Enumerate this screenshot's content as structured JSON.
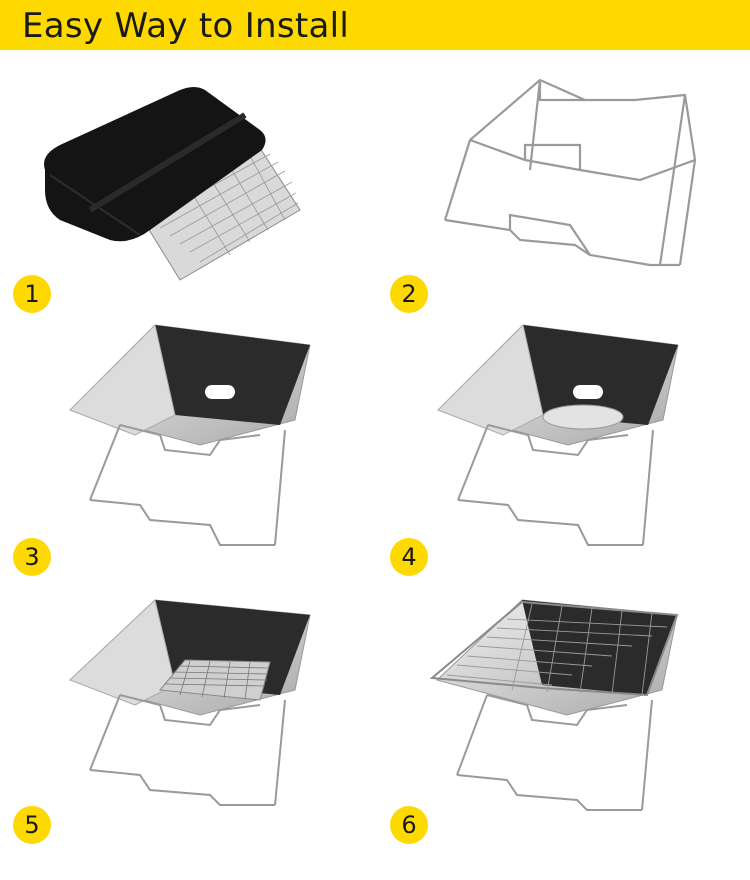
{
  "header": {
    "title": "Easy Way to Install"
  },
  "steps": [
    {
      "number": "1",
      "image": "carry-bag-with-grates"
    },
    {
      "number": "2",
      "image": "folding-frame"
    },
    {
      "number": "3",
      "image": "frame-with-fire-bowl"
    },
    {
      "number": "4",
      "image": "fire-bowl-with-charcoal-plate"
    },
    {
      "number": "5",
      "image": "charcoal-grate-inserted"
    },
    {
      "number": "6",
      "image": "cooking-grill-on-top"
    }
  ],
  "colors": {
    "accent": "#fdd900",
    "text": "#1a1a1a"
  }
}
